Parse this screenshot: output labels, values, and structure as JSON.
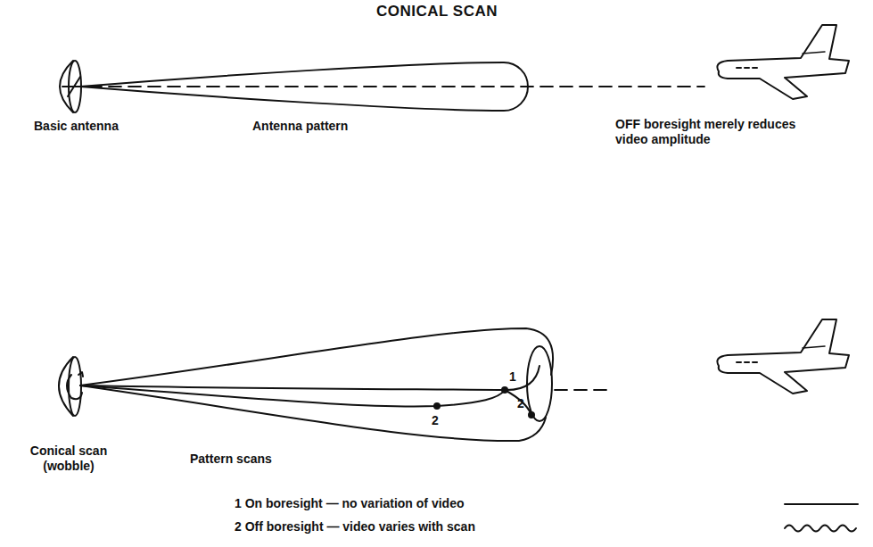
{
  "diagram": {
    "title": "CONICAL SCAN",
    "labels": [
      "Basic antenna",
      "Antenna pattern",
      "OFF boresight merely reduces video amplitude",
      "Conical scan (wobble)",
      "Pattern scans",
      "2",
      "1",
      "2"
    ],
    "legend": [
      {
        "text": "1 On boresight — no variation of video"
      },
      {
        "text": "2 Off boresight — video varies with scan"
      }
    ]
  }
}
